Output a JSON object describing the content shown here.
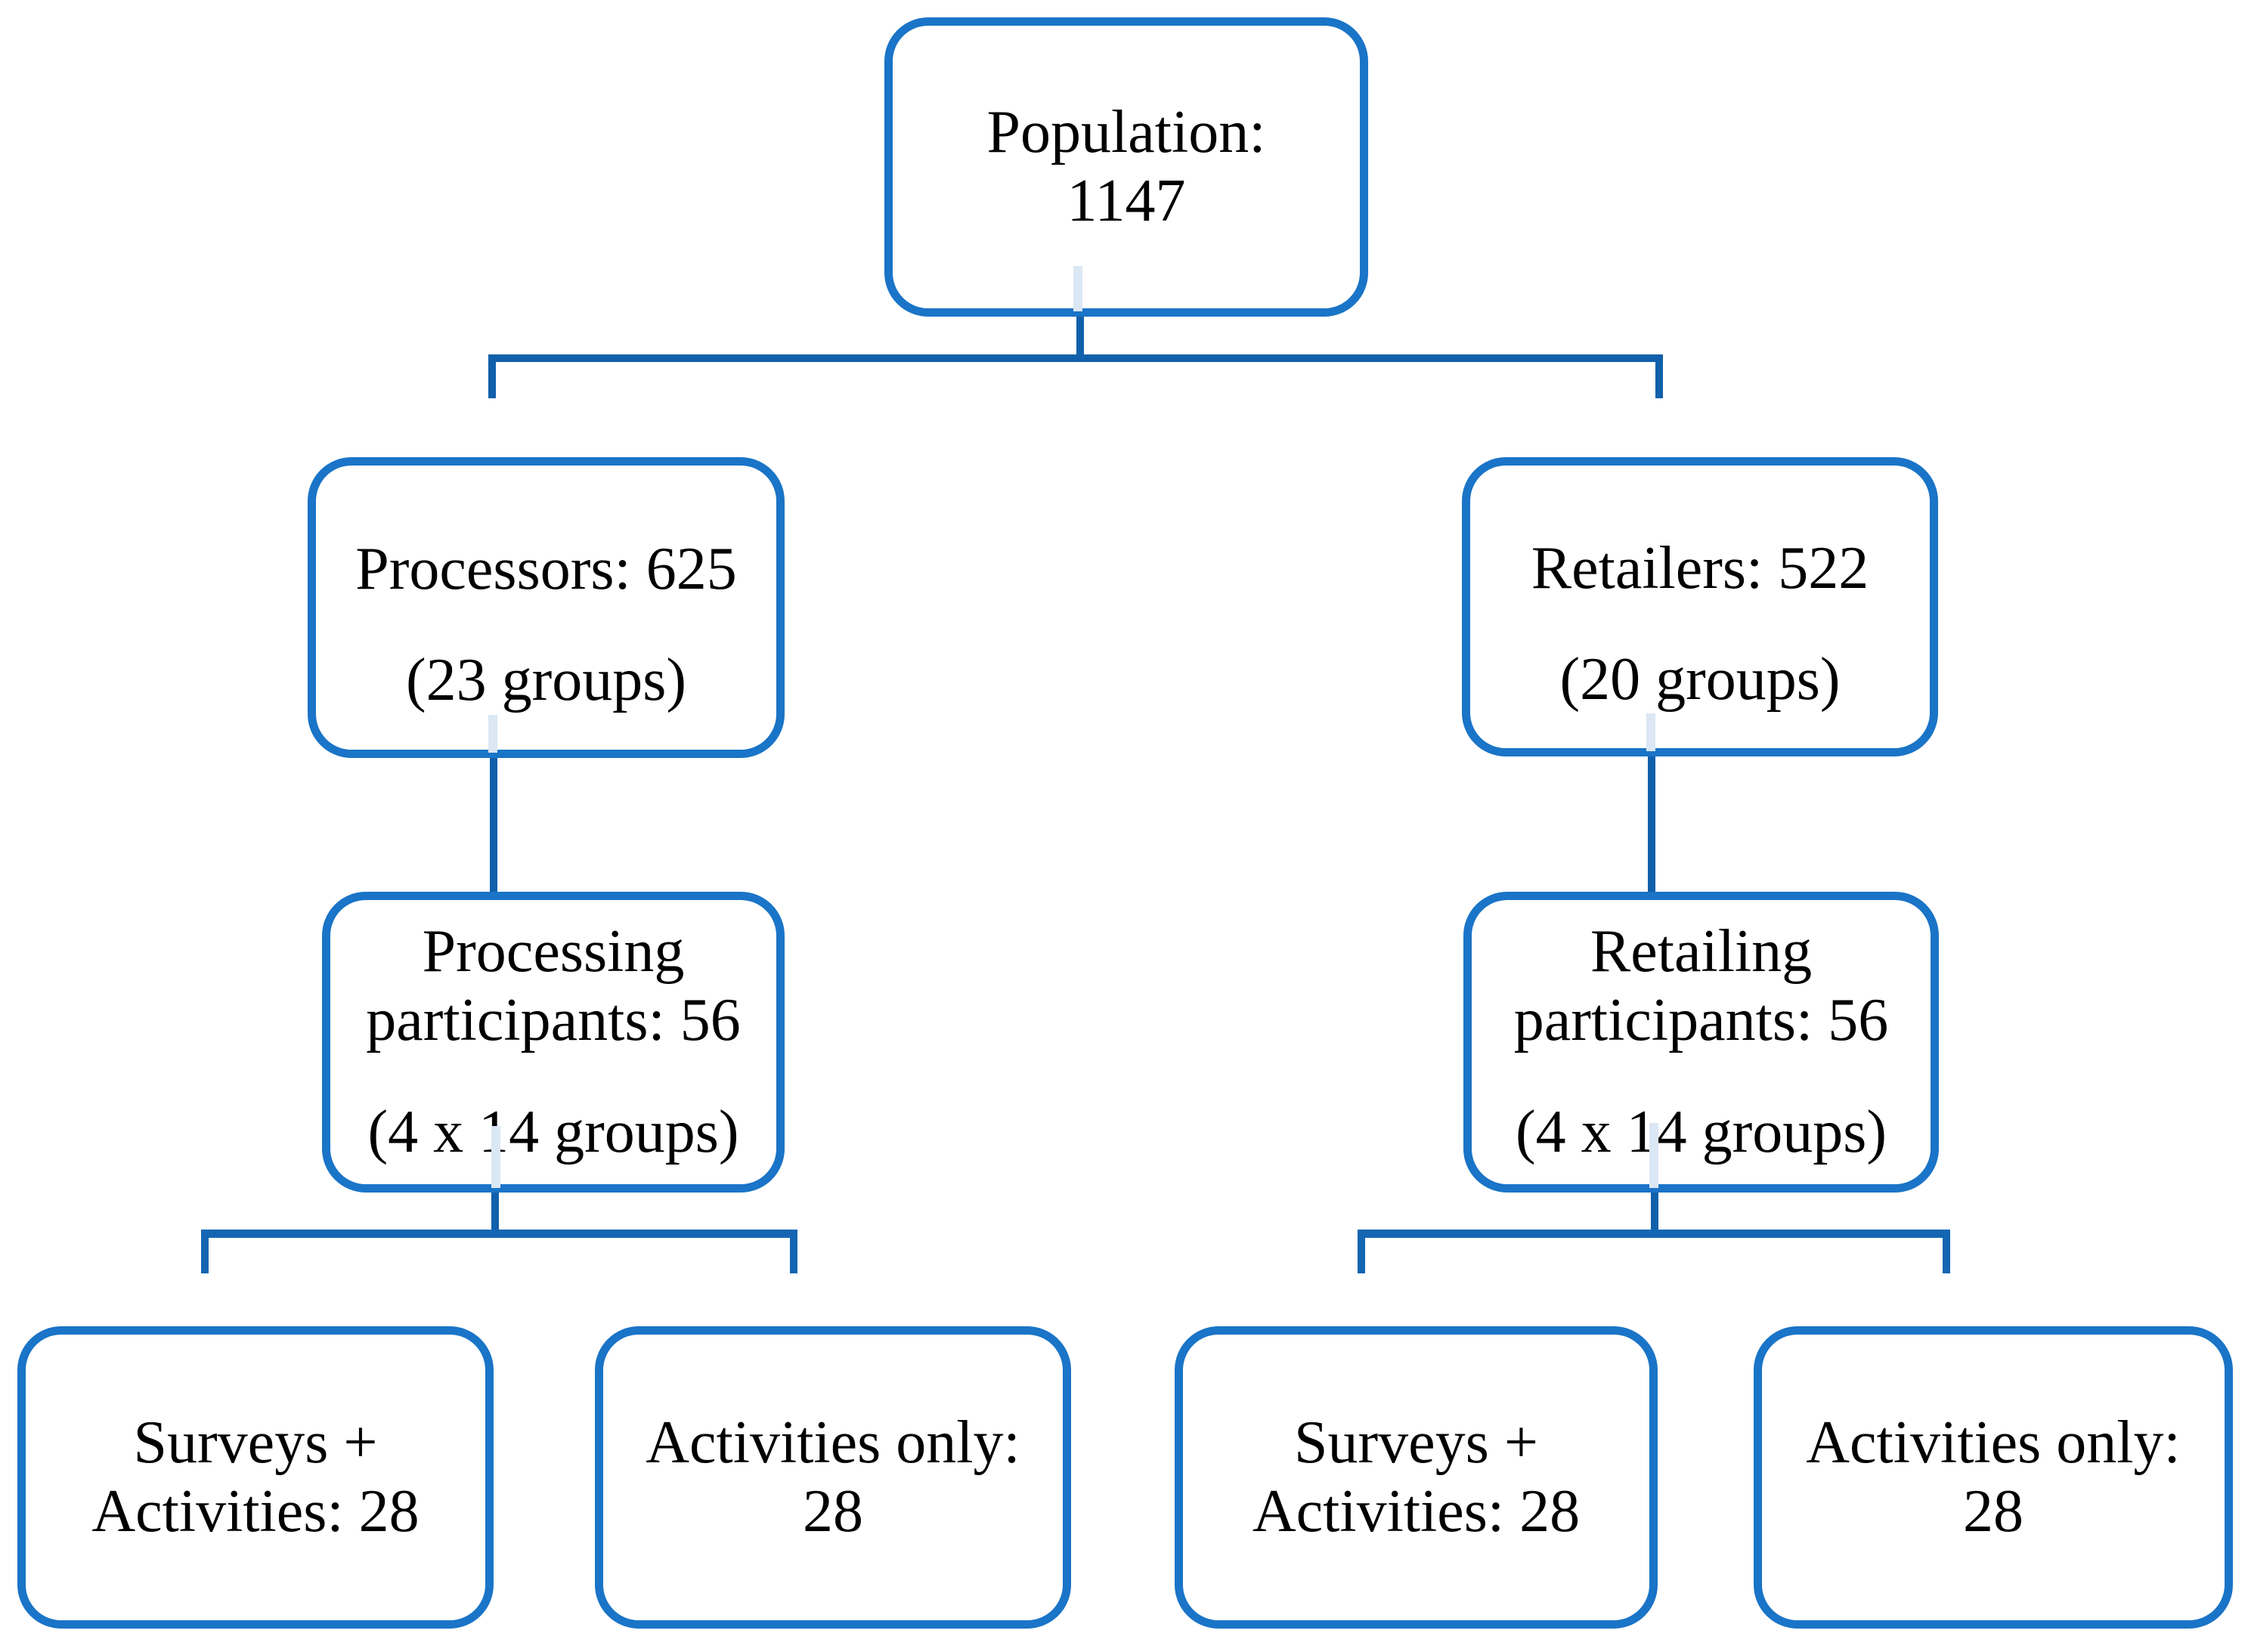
{
  "colors": {
    "box_border": "#1a74c7",
    "connector_dark": "#1060ab",
    "connector_bar": "#1466b3",
    "faint_stub": "#dbe7f4",
    "text": "#000000",
    "background": "#ffffff"
  },
  "nodes": {
    "population": {
      "line1": "Population:",
      "line2": "1147"
    },
    "processors": {
      "line1": "Processors: 625",
      "line2": "(23 groups)"
    },
    "retailers": {
      "line1": "Retailers: 522",
      "line2": "(20 groups)"
    },
    "processing_participants": {
      "line1": "Processing",
      "line2": "participants: 56",
      "line3": "(4 x 14 groups)"
    },
    "retailing_participants": {
      "line1": "Retailing",
      "line2": "participants: 56",
      "line3": "(4 x 14 groups)"
    },
    "processing_surveys_activities": {
      "line1": "Surveys +",
      "line2": "Activities: 28"
    },
    "processing_activities_only": {
      "line1": "Activities only:",
      "line2": "28"
    },
    "retailing_surveys_activities": {
      "line1": "Surveys +",
      "line2": "Activities: 28"
    },
    "retailing_activities_only": {
      "line1": "Activities only:",
      "line2": "28"
    }
  }
}
